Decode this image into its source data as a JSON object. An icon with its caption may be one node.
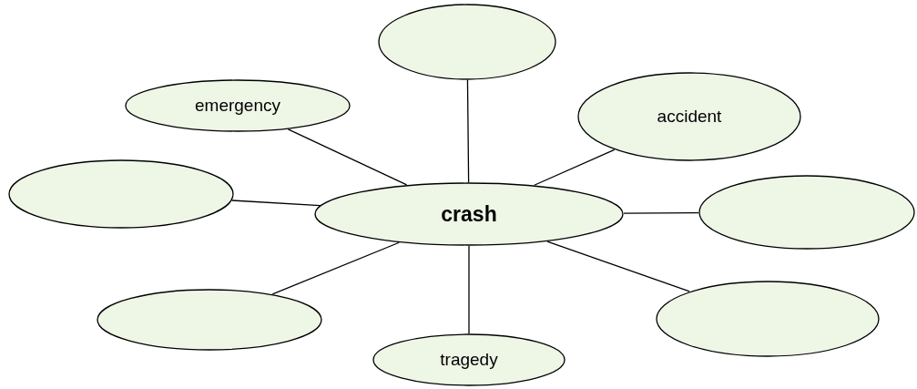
{
  "diagram": {
    "nodes": [
      {
        "text": [],
        "shape": "ellipse"
      },
      {
        "text": [
          "emergency"
        ]
      },
      {
        "text": [
          "accident"
        ]
      },
      {
        "text": [],
        "shape": "ellipse"
      },
      {
        "text": [
          "crash"
        ]
      },
      {
        "text": [],
        "shape": "ellipse"
      },
      {
        "text": [],
        "shape": "ellipse"
      },
      {
        "text": [],
        "shape": "ellipse"
      },
      {
        "text": [
          "tragedy"
        ]
      }
    ],
    "edges": [
      {
        "from": 4,
        "to": 0,
        "arrow": "none"
      },
      {
        "from": 4,
        "to": 1,
        "arrow": "none"
      },
      {
        "from": 4,
        "to": 2,
        "arrow": "none"
      },
      {
        "from": 4,
        "to": 3,
        "arrow": "none"
      },
      {
        "from": 4,
        "to": 5,
        "arrow": "none"
      },
      {
        "from": 4,
        "to": 6,
        "arrow": "none"
      },
      {
        "from": 4,
        "to": 7,
        "arrow": "none"
      },
      {
        "from": 4,
        "to": 8,
        "arrow": "none"
      }
    ]
  }
}
